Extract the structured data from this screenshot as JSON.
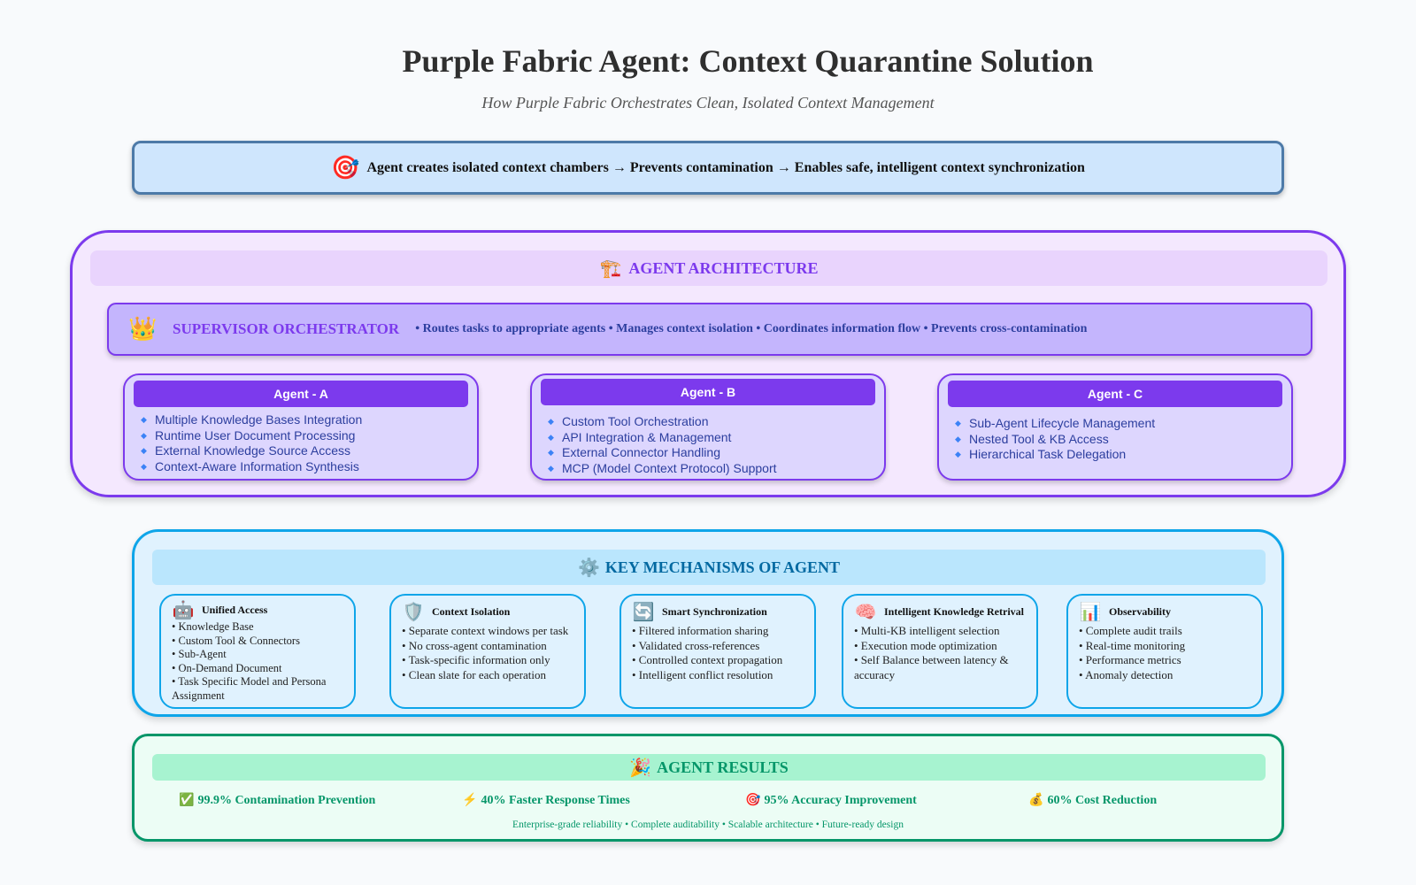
{
  "header": {
    "title": "Purple Fabric Agent: Context Quarantine Solution",
    "subtitle": "How Purple Fabric Orchestrates Clean, Isolated Context Management"
  },
  "banner": {
    "icon": "🎯",
    "text": "Agent creates isolated context chambers → Prevents contamination → Enables safe, intelligent context synchronization"
  },
  "architecture": {
    "icon": "🏗️",
    "title": "AGENT ARCHITECTURE",
    "supervisor": {
      "icon": "👑",
      "title": "SUPERVISOR ORCHESTRATOR",
      "description": "• Routes tasks to appropriate agents • Manages context isolation • Coordinates information flow • Prevents cross-contamination"
    },
    "agents": [
      {
        "name": "Agent - A",
        "features": [
          "Multiple Knowledge Bases Integration",
          "Runtime User Document Processing",
          "External Knowledge Source Access",
          "Context-Aware Information Synthesis"
        ]
      },
      {
        "name": "Agent - B",
        "features": [
          "Custom Tool Orchestration",
          "API Integration & Management",
          "External Connector Handling",
          "MCP (Model Context Protocol) Support"
        ]
      },
      {
        "name": "Agent - C",
        "features": [
          "Sub-Agent Lifecycle Management",
          "Nested Tool & KB Access",
          "Hierarchical Task Delegation"
        ]
      }
    ],
    "bullet_icon": "🔹"
  },
  "mechanisms": {
    "icon": "⚙️",
    "title": "KEY MECHANISMS OF AGENT",
    "cards": [
      {
        "icon": "🤖",
        "title": "Unified Access",
        "items": [
          "• Knowledge Base",
          "• Custom Tool & Connectors",
          "• Sub-Agent",
          "• On-Demand Document",
          "• Task Specific Model and Persona Assignment"
        ]
      },
      {
        "icon": "🛡️",
        "title": "Context Isolation",
        "items": [
          "• Separate context windows per task",
          "• No cross-agent contamination",
          "• Task-specific information only",
          "• Clean slate for each operation"
        ]
      },
      {
        "icon": "🔄",
        "title": "Smart Synchronization",
        "items": [
          "• Filtered information sharing",
          "• Validated cross-references",
          "• Controlled context propagation",
          "• Intelligent conflict resolution"
        ]
      },
      {
        "icon": "🧠",
        "title": "Intelligent Knowledge Retrival",
        "items": [
          "• Multi-KB intelligent selection",
          "• Execution mode optimization",
          "• Self Balance between latency & accuracy"
        ]
      },
      {
        "icon": "📊",
        "title": "Observability",
        "items": [
          "• Complete audit trails",
          "• Real-time monitoring",
          "• Performance metrics",
          "• Anomaly detection"
        ]
      }
    ]
  },
  "results": {
    "icon": "🎉",
    "title": "AGENT RESULTS",
    "items": [
      {
        "icon": "✅",
        "text": "99.9% Contamination Prevention"
      },
      {
        "icon": "⚡",
        "text": "40% Faster Response Times"
      },
      {
        "icon": "🎯",
        "text": "95% Accuracy Improvement"
      },
      {
        "icon": "💰",
        "text": "60% Cost Reduction"
      }
    ],
    "footer": "Enterprise-grade reliability • Complete auditability • Scalable architecture • Future-ready design"
  }
}
